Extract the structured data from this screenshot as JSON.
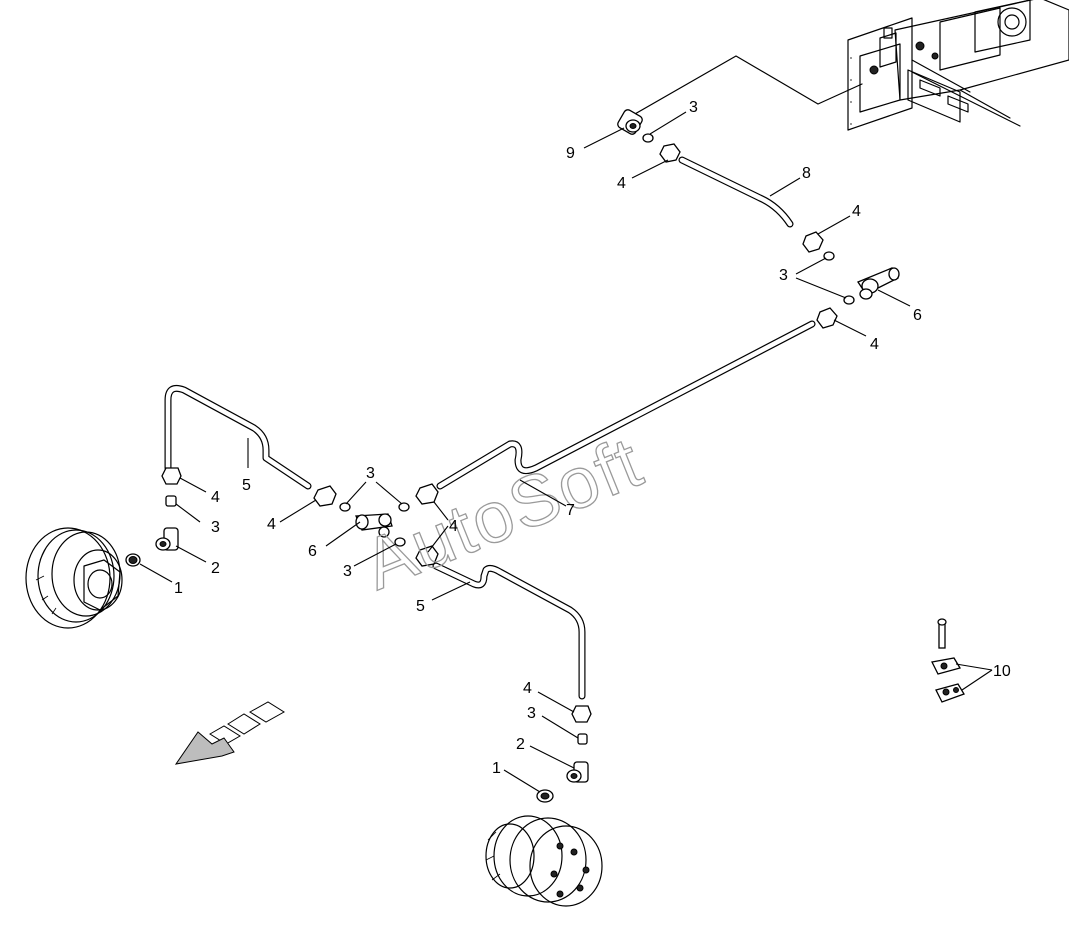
{
  "watermark": "AutoSoft",
  "labels": {
    "top_9": "9",
    "top_3": "3",
    "top_4": "4",
    "top_8": "8",
    "right_4a": "4",
    "right_3": "3",
    "right_6": "6",
    "right_4b": "4",
    "left_4": "4",
    "left_3": "3",
    "left_2": "2",
    "left_1": "1",
    "left_5": "5",
    "mid_3": "3",
    "mid_4a": "4",
    "mid_4b": "4",
    "mid_6": "6",
    "mid_3b": "3",
    "mid_7": "7",
    "low_5": "5",
    "low_4": "4",
    "low_3": "3",
    "low_2": "2",
    "low_1": "1",
    "clamp_10": "10"
  }
}
